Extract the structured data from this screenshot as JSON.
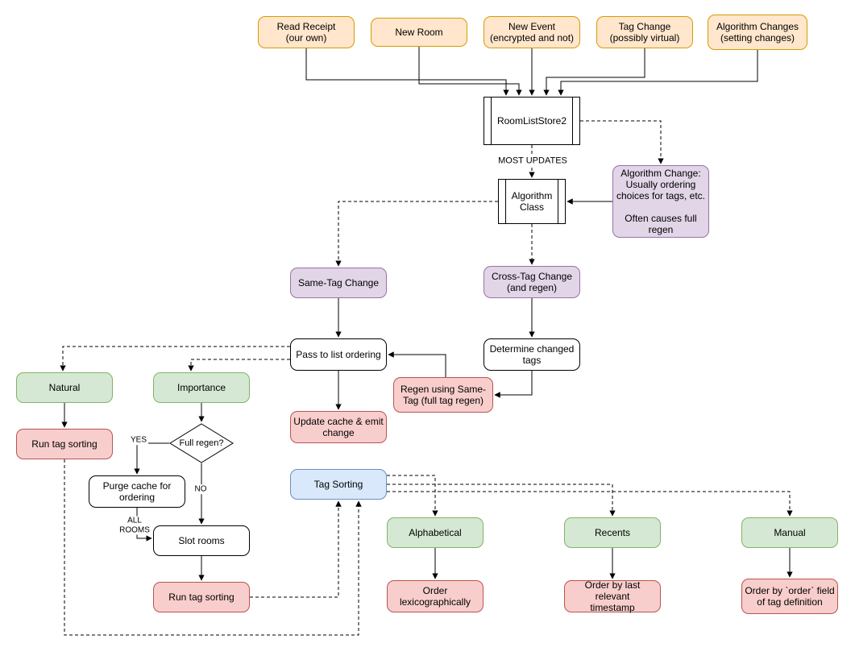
{
  "diagram": {
    "type": "flowchart",
    "colors": {
      "trigger_fill": "#ffe6cc",
      "trigger_stroke": "#d79b00",
      "note_fill": "#e1d5e7",
      "note_stroke": "#9673a6",
      "sorting_fill": "#d5e8d4",
      "sorting_stroke": "#82b366",
      "action_fill": "#f8cecc",
      "action_stroke": "#b85450",
      "tag_sorting_fill": "#dae8fc",
      "tag_sorting_stroke": "#6c8ebf",
      "line_color": "#000000"
    }
  },
  "nodes": {
    "read_receipt": "Read Receipt\n(our own)",
    "new_room": "New Room",
    "new_event": "New Event\n(encrypted and not)",
    "tag_change": "Tag Change\n(possibly virtual)",
    "algorithm_changes": "Algorithm Changes\n(setting changes)",
    "room_list_store": "RoomListStore2",
    "algorithm_class": "Algorithm\nClass",
    "algorithm_change_note": "Algorithm Change:\nUsually ordering\nchoices for tags, etc.\n\nOften causes full\nregen",
    "same_tag_change": "Same-Tag Change",
    "cross_tag_change": "Cross-Tag Change\n(and regen)",
    "pass_to_list_ordering": "Pass to list ordering",
    "determine_changed_tags": "Determine changed\ntags",
    "regen_same_tag": "Regen using Same-\nTag (full tag regen)",
    "update_cache": "Update cache & emit\nchange",
    "natural": "Natural",
    "importance": "Importance",
    "run_tag_sorting_left": "Run tag sorting",
    "full_regen": "Full regen?",
    "purge_cache": "Purge cache for\nordering",
    "slot_rooms": "Slot rooms",
    "run_tag_sorting_bottom": "Run tag sorting",
    "tag_sorting": "Tag Sorting",
    "alphabetical": "Alphabetical",
    "recents": "Recents",
    "manual": "Manual",
    "order_lexicographically": "Order\nlexicographically",
    "order_by_timestamp": "Order by last relevant\ntimestamp",
    "order_by_order_field": "Order by `order` field\nof tag definition"
  },
  "edge_labels": {
    "most_updates": "MOST UPDATES",
    "yes": "YES",
    "no": "NO",
    "all_rooms": "ALL\nROOMS"
  }
}
